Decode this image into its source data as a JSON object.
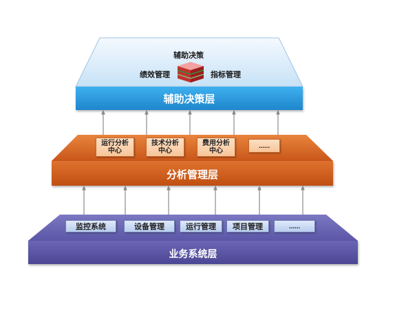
{
  "decision": {
    "top_title": "辅助决策",
    "left_label": "绩效管理",
    "right_label": "指标管理",
    "layer_label": "辅助决策层",
    "cube_icon": "stacked-cube-icon"
  },
  "analysis": {
    "layer_label": "分析管理层",
    "modules": [
      {
        "line1": "运行分析",
        "line2": "中心"
      },
      {
        "line1": "技术分析",
        "line2": "中心"
      },
      {
        "line1": "费用分析",
        "line2": "中心"
      },
      {
        "line1": "……",
        "line2": ""
      }
    ]
  },
  "business": {
    "layer_label": "业务系统层",
    "systems": [
      "监控系统",
      "设备管理",
      "运行管理",
      "项目管理",
      "……"
    ]
  },
  "colors": {
    "decision": "#2f9fe0",
    "analysis": "#d4651c",
    "business": "#5652a0"
  }
}
